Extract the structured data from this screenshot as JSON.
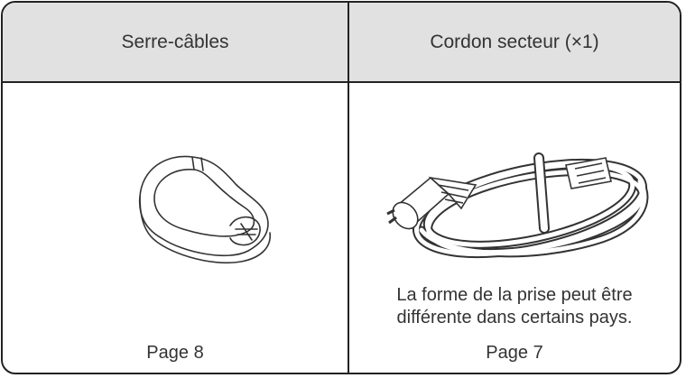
{
  "items": [
    {
      "title": "Serre-câbles",
      "page": "Page 8",
      "icon": "cable-tie-icon"
    },
    {
      "title": "Cordon secteur (×1)",
      "note_line1": "La forme de la prise peut être",
      "note_line2": "différente dans certains pays.",
      "page": "Page 7",
      "icon": "power-cord-icon"
    }
  ],
  "colors": {
    "header_bg": "#e1e1e1",
    "border": "#222222",
    "text": "#333333"
  }
}
